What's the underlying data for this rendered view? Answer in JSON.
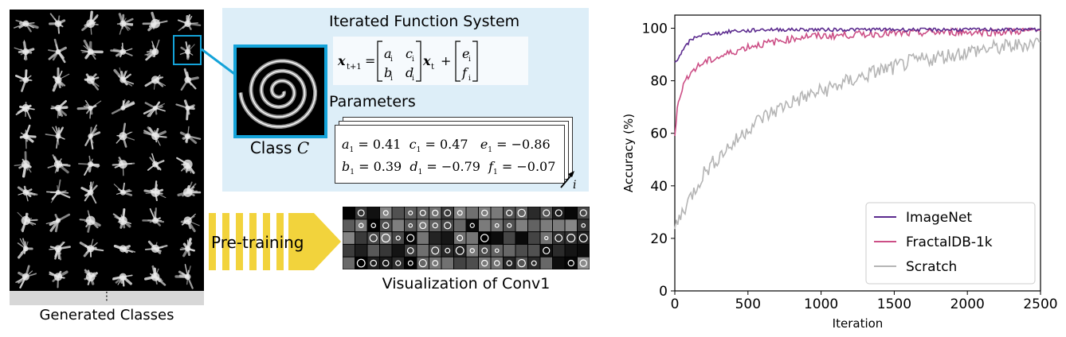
{
  "left_panel": {
    "ellipsis": "⋮",
    "caption": "Generated Classes"
  },
  "ifs_panel": {
    "title": "Iterated Function System",
    "equation": {
      "lhs": "x",
      "lhs_sub": "t+1",
      "matrix": [
        "a",
        "c",
        "b",
        "d"
      ],
      "matrix_sub": "i",
      "var": "x",
      "var_sub": "t",
      "vector": [
        "e",
        "f"
      ]
    },
    "params_title": "Parameters",
    "params_row1": [
      "a",
      "1",
      " = 0.41",
      "c",
      "1",
      " = 0.47",
      "e",
      "1",
      " = −0.86"
    ],
    "params_row2": [
      "b",
      "1",
      " = 0.39",
      "d",
      "1",
      " = −0.79",
      "f",
      "1",
      " = −0.07"
    ],
    "stack_index": "i",
    "class_label_prefix": "Class",
    "class_symbol": "C"
  },
  "pretrain": {
    "arrow_label": "Pre-training",
    "caption": "Visualization of Conv1"
  },
  "colors": {
    "accent_blue": "#14a3d9",
    "panel_bg": "#ddeef8",
    "arrow_yellow": "#f2d33c",
    "imagenet": "#5b2a8e",
    "fractaldb": "#cc4f86",
    "scratch": "#b5b5b5"
  },
  "chart_data": {
    "type": "line",
    "title": "",
    "xlabel": "Iteration",
    "ylabel": "Accuracy (%)",
    "xlim": [
      0,
      2500
    ],
    "ylim": [
      0,
      105
    ],
    "xticks": [
      0,
      500,
      1000,
      1500,
      2000,
      2500
    ],
    "yticks": [
      0,
      20,
      40,
      60,
      80,
      100
    ],
    "grid": false,
    "legend_position": "bottom-right",
    "series": [
      {
        "name": "ImageNet",
        "color": "#5b2a8e",
        "x": [
          0,
          25,
          50,
          75,
          100,
          125,
          150,
          200,
          250,
          300,
          350,
          400,
          500,
          600,
          700,
          800,
          900,
          1000,
          1200,
          1400,
          1600,
          1800,
          2000,
          2200,
          2400,
          2500
        ],
        "y": [
          87,
          89,
          91,
          93,
          95,
          96,
          97,
          97.5,
          98,
          98,
          98.5,
          99,
          99,
          99.5,
          99.5,
          99.5,
          99.5,
          99.5,
          99.5,
          99.5,
          99.5,
          99.5,
          99.5,
          99.5,
          99.5,
          99.5
        ]
      },
      {
        "name": "FractalDB-1k",
        "color": "#cc4f86",
        "x": [
          0,
          25,
          50,
          75,
          100,
          150,
          200,
          250,
          300,
          350,
          400,
          500,
          600,
          700,
          800,
          900,
          1000,
          1200,
          1400,
          1600,
          1800,
          2000,
          2200,
          2400,
          2500
        ],
        "y": [
          60,
          73,
          77,
          80,
          83,
          85,
          87,
          88,
          89,
          90,
          91,
          93,
          94,
          95,
          96,
          97,
          97,
          97.5,
          98,
          98,
          98.5,
          98.5,
          98.5,
          99,
          99
        ]
      },
      {
        "name": "Scratch",
        "color": "#b5b5b5",
        "x": [
          0,
          50,
          100,
          150,
          200,
          250,
          300,
          350,
          400,
          450,
          500,
          600,
          700,
          800,
          900,
          1000,
          1100,
          1200,
          1300,
          1400,
          1500,
          1600,
          1700,
          1800,
          1900,
          2000,
          2100,
          2200,
          2300,
          2400,
          2500
        ],
        "y": [
          24,
          30,
          35,
          40,
          45,
          48,
          51,
          54,
          56,
          59,
          62,
          66,
          69,
          72,
          74,
          76,
          78,
          80,
          82,
          84,
          85,
          87,
          88,
          89,
          90,
          91,
          92,
          92.5,
          93,
          94,
          95
        ]
      }
    ]
  }
}
